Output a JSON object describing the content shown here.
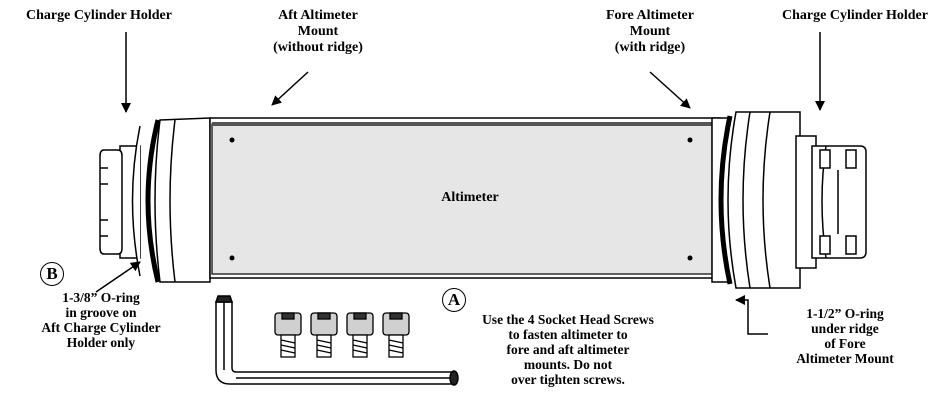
{
  "labels": {
    "charge_left": "Charge Cylinder Holder",
    "aft_mount": "Aft Altimeter\nMount\n(without ridge)",
    "fore_mount": "Fore Altimeter\nMount\n(with ridge)",
    "charge_right": "Charge Cylinder Holder",
    "altimeter": "Altimeter",
    "oring_left": "1-3/8” O-ring\nin groove on\nAft Charge Cylinder\nHolder only",
    "instructions": "Use the 4 Socket Head Screws\nto fasten altimeter to\nfore and aft altimeter\nmounts. Do not\nover tighten screws.",
    "oring_right": "1-1/2” O-ring\nunder ridge\nof Fore\nAltimeter Mount"
  },
  "markers": {
    "b": "B",
    "a": "A"
  }
}
